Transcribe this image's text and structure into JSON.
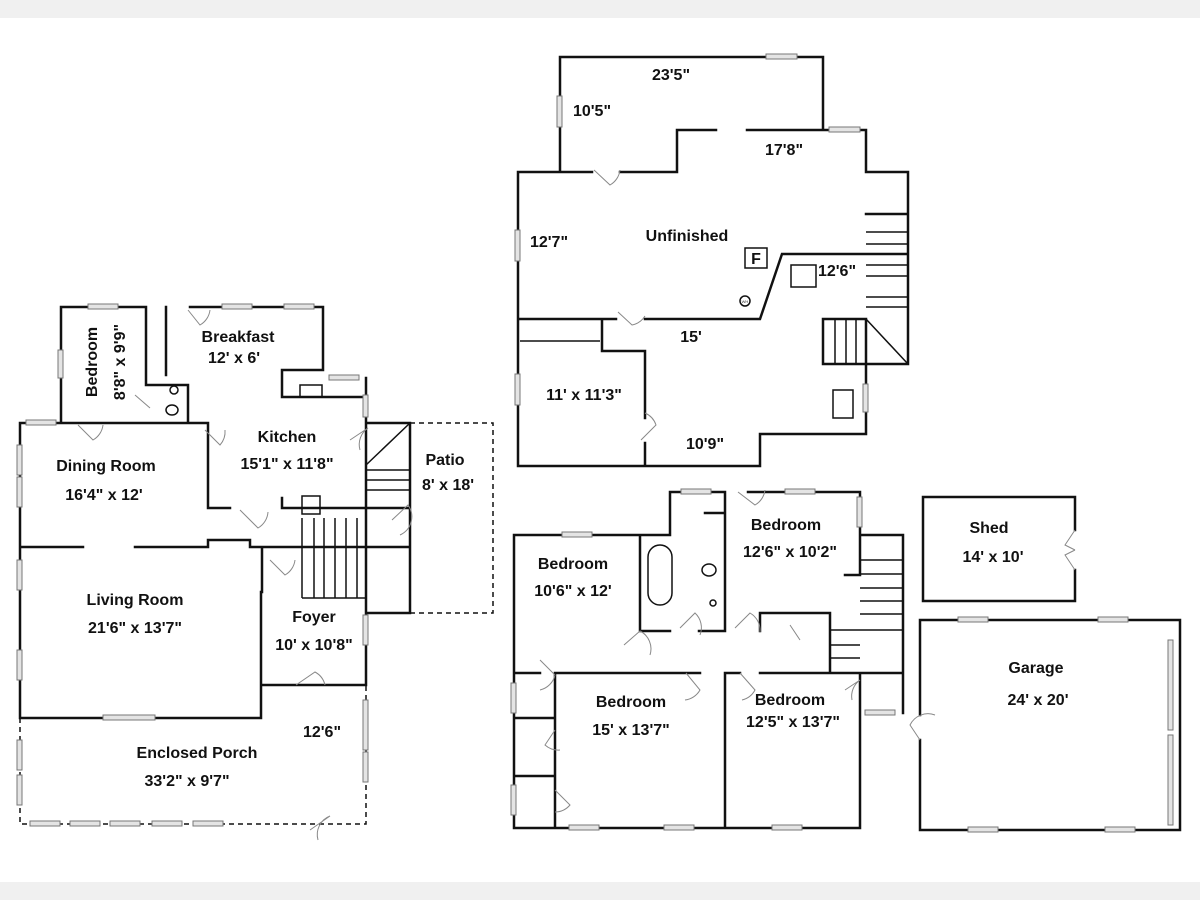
{
  "first_floor": {
    "bedroom": {
      "name": "Bedroom",
      "size": "8'8\" x 9'9\""
    },
    "breakfast": {
      "name": "Breakfast",
      "size": "12' x 6'"
    },
    "kitchen": {
      "name": "Kitchen",
      "size": "15'1\" x 11'8\""
    },
    "dining": {
      "name": "Dining Room",
      "size": "16'4\" x 12'"
    },
    "patio": {
      "name": "Patio",
      "size": "8' x 18'"
    },
    "living": {
      "name": "Living Room",
      "size": "21'6\" x 13'7\""
    },
    "foyer": {
      "name": "Foyer",
      "size": "10' x 10'8\""
    },
    "porch": {
      "name": "Enclosed Porch",
      "size": "33'2\" x 9'7\"",
      "dim": "12'6\""
    }
  },
  "basement": {
    "name": "Unfinished",
    "dims": [
      "23'5\"",
      "10'5\"",
      "17'8\"",
      "12'7\"",
      "12'6\"",
      "15'",
      "10'9\""
    ],
    "room_size": "11' x 11'3\"",
    "furnace_symbol": "F",
    "wh_symbol": "WH"
  },
  "second_floor": {
    "bedroom_a": {
      "name": "Bedroom",
      "size": "12'6\" x 10'2\""
    },
    "bedroom_b": {
      "name": "Bedroom",
      "size": "10'6\" x 12'"
    },
    "bedroom_c": {
      "name": "Bedroom",
      "size": "15' x 13'7\""
    },
    "bedroom_d": {
      "name": "Bedroom",
      "size": "12'5\" x 13'7\""
    }
  },
  "outbuildings": {
    "shed": {
      "name": "Shed",
      "size": "14' x 10'"
    },
    "garage": {
      "name": "Garage",
      "size": "24' x 20'"
    }
  }
}
